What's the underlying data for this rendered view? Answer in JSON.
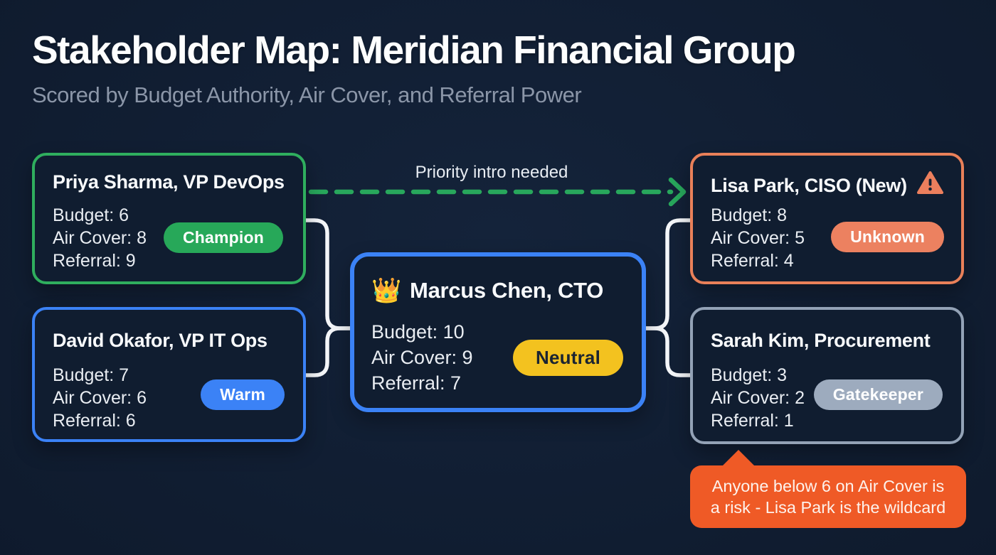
{
  "header": {
    "title": "Stakeholder Map: Meridian Financial Group",
    "subtitle": "Scored by Budget Authority, Air Cover, and Referral Power"
  },
  "arrow": {
    "label": "Priority intro needed",
    "from": "Priya Sharma, VP DevOps",
    "to": "Lisa Park, CISO (New)",
    "style": "dashed",
    "color": "#28a75c"
  },
  "stakeholders": [
    {
      "name": "Priya Sharma, VP DevOps",
      "scores": {
        "budget": 6,
        "air_cover": 8,
        "referral": 9
      },
      "stat_lines": [
        "Budget: 6",
        "Air Cover: 8",
        "Referral: 9"
      ],
      "badge": "Champion",
      "accent_color": "#2fae5e",
      "badge_color": "#27a859"
    },
    {
      "name": "David Okafor, VP IT Ops",
      "scores": {
        "budget": 7,
        "air_cover": 6,
        "referral": 6
      },
      "stat_lines": [
        "Budget: 7",
        "Air Cover: 6",
        "Referral: 6"
      ],
      "badge": "Warm",
      "accent_color": "#3b82f6",
      "badge_color": "#3b82f6"
    },
    {
      "name": "Marcus Chen, CTO",
      "icon": "👑",
      "scores": {
        "budget": 10,
        "air_cover": 9,
        "referral": 7
      },
      "stat_lines": [
        "Budget: 10",
        "Air Cover: 9",
        "Referral: 7"
      ],
      "badge": "Neutral",
      "accent_color": "#3b82f6",
      "badge_color": "#f3c21f"
    },
    {
      "name": "Lisa Park, CISO (New)",
      "warning": true,
      "scores": {
        "budget": 8,
        "air_cover": 5,
        "referral": 4
      },
      "stat_lines": [
        "Budget: 8",
        "Air Cover: 5",
        "Referral: 4"
      ],
      "badge": "Unknown",
      "accent_color": "#e98059",
      "badge_color": "#ec8160"
    },
    {
      "name": "Sarah Kim, Procurement",
      "scores": {
        "budget": 3,
        "air_cover": 2,
        "referral": 1
      },
      "stat_lines": [
        "Budget: 3",
        "Air Cover: 2",
        "Referral: 1"
      ],
      "badge": "Gatekeeper",
      "accent_color": "#93a2b6",
      "badge_color": "#9dabbe"
    }
  ],
  "callout": {
    "lines": [
      "Anyone below 6 on Air Cover is",
      "a risk - Lisa Park is the wildcard"
    ],
    "color": "#ef5a26",
    "points_to": "Sarah Kim, Procurement"
  },
  "colors": {
    "background": "#0f1b2e",
    "card_fill": "#101d30",
    "connector_white": "#f4f6f9",
    "title_text": "#fdfefe",
    "subtitle_text": "#8b96a8"
  }
}
